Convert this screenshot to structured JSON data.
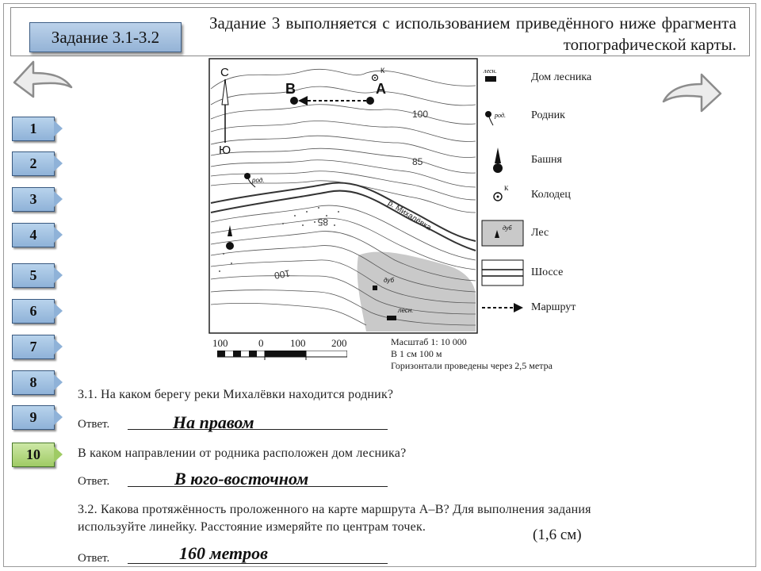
{
  "header": {
    "task_badge": "Задание 3.1-3.2",
    "description": "Задание 3 выполняется с использованием приведённого ниже фрагмента топографической карты."
  },
  "nav": {
    "buttons": [
      "1",
      "2",
      "3",
      "4",
      "5",
      "6",
      "7",
      "8",
      "9",
      "10"
    ],
    "active": "10"
  },
  "map": {
    "label_a": "А",
    "label_b": "В",
    "label_k": "К",
    "north": "С",
    "south": "Ю",
    "contour_100_top": "100",
    "contour_85": "85",
    "contour_85_inv": "85",
    "contour_100_inv": "100",
    "river": "р. Михалёвка",
    "spring_label": "род.",
    "oak_label": "дуб",
    "forester_label": "лесн."
  },
  "legend": {
    "items": [
      {
        "sym": "лесн.",
        "label": "Дом лесника"
      },
      {
        "sym": "род.",
        "label": "Родник"
      },
      {
        "sym": "",
        "label": "Башня"
      },
      {
        "sym": "К",
        "label": "Колодец"
      },
      {
        "sym": "дуб",
        "label": "Лес"
      },
      {
        "sym": "",
        "label": "Шоссе"
      },
      {
        "sym": "",
        "label": "Маршрут"
      }
    ]
  },
  "scale": {
    "ticks": [
      "100",
      "0",
      "100",
      "200"
    ],
    "info": [
      "Масштаб   1: 10 000",
      "В 1 см 100 м",
      "Горизонтали проведены через 2,5 метра"
    ]
  },
  "questions": {
    "q1": "3.1. На каком берегу реки Михалёвки находится родник?",
    "answer_label": "Ответ.",
    "a1": "На правом",
    "q2": "В каком направлении от родника расположен дом лесника?",
    "a2": "В юго-восточном",
    "q3_line1": "3.2. Какова протяжённость проложенного на карте маршрута А–В? Для выполнения задания",
    "q3_line2": "используйте линейку. Расстояние измеряйте по центрам точек.",
    "a3": "160 метров",
    "note": "(1,6 см)"
  }
}
